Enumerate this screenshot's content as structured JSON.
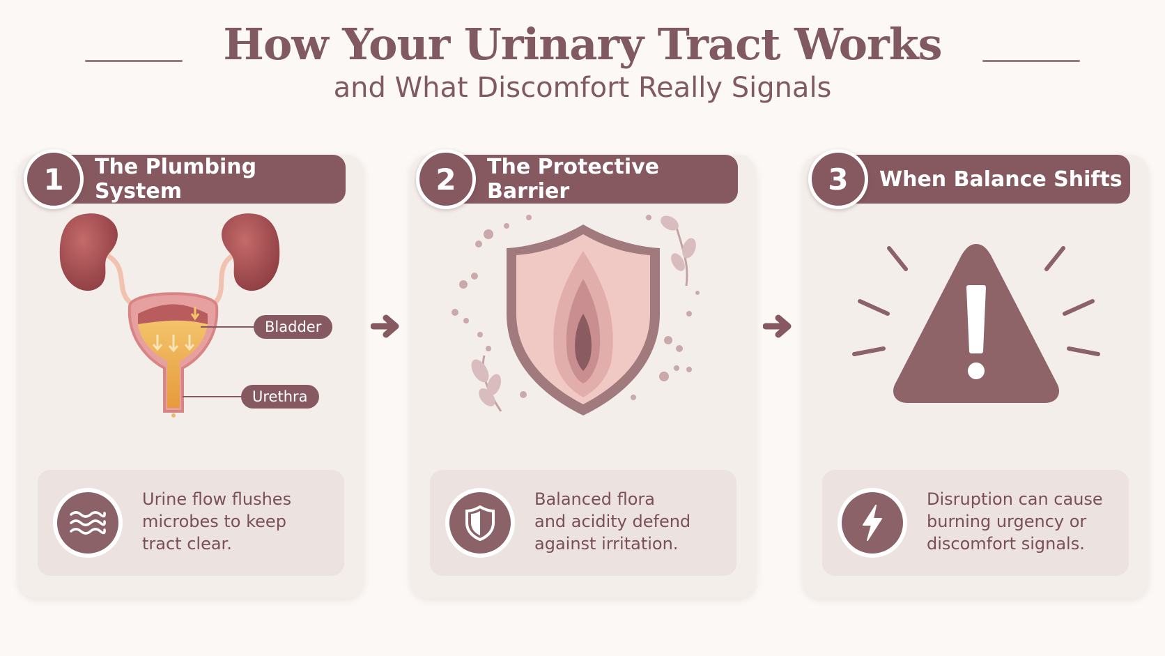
{
  "title": "How Your Urinary Tract Works",
  "subtitle": "and What Discomfort Really Signals",
  "colors": {
    "primary": "#85595f",
    "card_bg": "#f4eeeb",
    "info_bg": "#ece3e0",
    "page_bg": "#fbf8f6"
  },
  "steps": [
    {
      "number": "1",
      "title": "The Plumbing System",
      "labels": [
        "Bladder",
        "Urethra"
      ],
      "icon": "waves-icon",
      "text_lines": [
        "Urine flow flushes",
        "microbes to keep",
        "tract clear."
      ]
    },
    {
      "number": "2",
      "title": "The Protective Barrier",
      "icon": "shield-icon",
      "text_lines": [
        "Balanced flora",
        "and acidity defend",
        "against irritation."
      ]
    },
    {
      "number": "3",
      "title": "When Balance Shifts",
      "icon": "lightning-icon",
      "text_lines": [
        "Disruption can cause",
        "burning urgency or",
        "discomfort signals."
      ]
    }
  ]
}
